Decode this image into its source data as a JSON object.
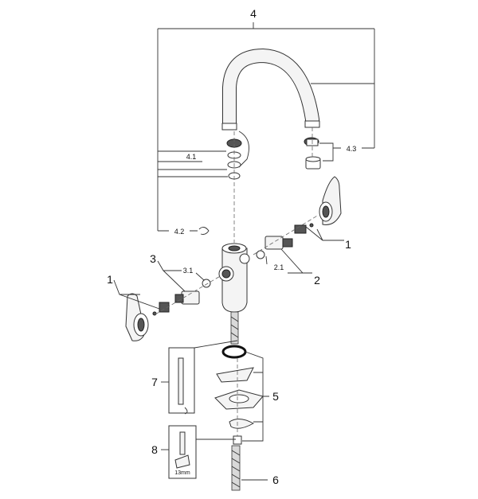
{
  "callouts": {
    "c4": "4",
    "c4_1": "4.1",
    "c4_2": "4.2",
    "c4_3": "4.3",
    "c1_right": "1",
    "c2": "2",
    "c2_1": "2.1",
    "c3": "3",
    "c3_1": "3.1",
    "c1_left": "1",
    "c5": "5",
    "c6": "6",
    "c7": "7",
    "c8": "8"
  },
  "tool_label": "13mm",
  "colors": {
    "line": "#333333",
    "part_fill": "#f4f4f4",
    "dark_part": "#555555"
  }
}
